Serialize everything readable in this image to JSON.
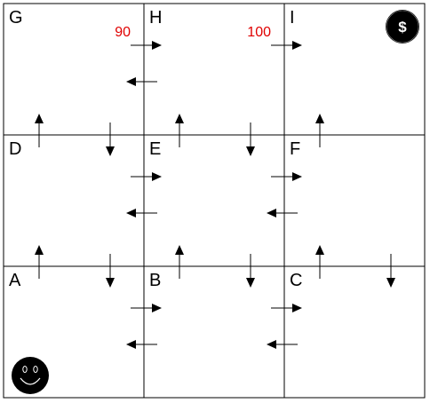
{
  "grid": {
    "rows": 3,
    "cols": 3,
    "cells": [
      {
        "id": "G",
        "label": "G",
        "row": 0,
        "col": 0
      },
      {
        "id": "H",
        "label": "H",
        "row": 0,
        "col": 1
      },
      {
        "id": "I",
        "label": "I",
        "row": 0,
        "col": 2
      },
      {
        "id": "D",
        "label": "D",
        "row": 1,
        "col": 0
      },
      {
        "id": "E",
        "label": "E",
        "row": 1,
        "col": 1
      },
      {
        "id": "F",
        "label": "F",
        "row": 1,
        "col": 2
      },
      {
        "id": "A",
        "label": "A",
        "row": 2,
        "col": 0
      },
      {
        "id": "B",
        "label": "B",
        "row": 2,
        "col": 1
      },
      {
        "id": "C",
        "label": "C",
        "row": 2,
        "col": 2
      }
    ]
  },
  "rewards": [
    {
      "transition": "G-H",
      "value": "90"
    },
    {
      "transition": "H-I",
      "value": "100"
    }
  ],
  "transitions": [
    {
      "from": "G",
      "to": "H"
    },
    {
      "from": "H",
      "to": "G"
    },
    {
      "from": "H",
      "to": "I"
    },
    {
      "from": "D",
      "to": "G"
    },
    {
      "from": "G",
      "to": "D"
    },
    {
      "from": "E",
      "to": "H"
    },
    {
      "from": "H",
      "to": "E"
    },
    {
      "from": "F",
      "to": "I"
    },
    {
      "from": "D",
      "to": "E"
    },
    {
      "from": "E",
      "to": "D"
    },
    {
      "from": "E",
      "to": "F"
    },
    {
      "from": "F",
      "to": "E"
    },
    {
      "from": "A",
      "to": "D"
    },
    {
      "from": "D",
      "to": "A"
    },
    {
      "from": "B",
      "to": "E"
    },
    {
      "from": "E",
      "to": "B"
    },
    {
      "from": "C",
      "to": "F"
    },
    {
      "from": "F",
      "to": "C"
    },
    {
      "from": "A",
      "to": "B"
    },
    {
      "from": "B",
      "to": "A"
    },
    {
      "from": "B",
      "to": "C"
    },
    {
      "from": "C",
      "to": "B"
    }
  ],
  "goal": {
    "cell": "I",
    "icon": "dollar-coin-icon",
    "symbol": "$"
  },
  "agent": {
    "cell": "A",
    "icon": "smiley-face-icon"
  },
  "colors": {
    "reward": "#e00000",
    "ink": "#000000",
    "background": "#ffffff"
  }
}
